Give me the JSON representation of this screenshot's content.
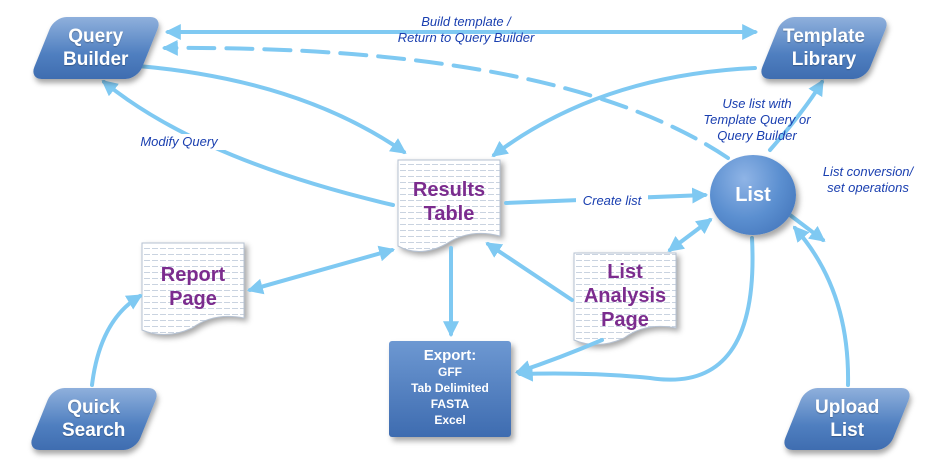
{
  "nodes": {
    "query_builder": "Query\nBuilder",
    "template_library": "Template\nLibrary",
    "results_table": "Results\nTable",
    "list": "List",
    "report_page": "Report\nPage",
    "list_analysis_page": "List\nAnalysis\nPage",
    "quick_search": "Quick\nSearch",
    "upload_list": "Upload\nList",
    "export": {
      "title": "Export:",
      "formats": [
        "GFF",
        "Tab Delimited",
        "FASTA",
        "Excel"
      ]
    }
  },
  "edge_labels": {
    "build_template": "Build template /\nReturn to Query Builder",
    "use_list": "Use list with\nTemplate Query or\nQuery Builder",
    "modify_query": "Modify Query",
    "create_list": "Create list",
    "list_conversion": "List conversion/\nset operations"
  },
  "colors": {
    "arrow": "#7fc9f2",
    "node_blue": "#4f7fc0",
    "doc_label": "#7b2c8e",
    "edge_label": "#1a3fb0"
  }
}
